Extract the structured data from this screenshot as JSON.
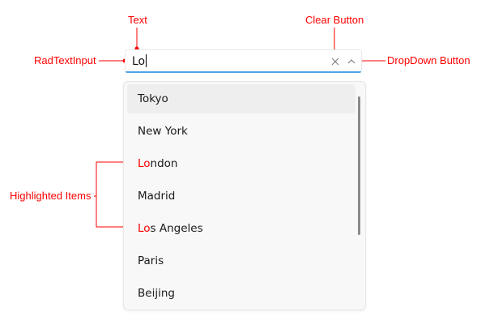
{
  "annotations": {
    "text": "Text",
    "clear_button": "Clear Button",
    "rad_text_input": "RadTextInput",
    "dropdown_button": "DropDown Button",
    "highlighted_items": "Highlighted Items"
  },
  "combo": {
    "value": "Lo"
  },
  "items": [
    {
      "match": "",
      "rest": "Tokyo"
    },
    {
      "match": "",
      "rest": "New York"
    },
    {
      "match": "Lo",
      "rest": "ndon"
    },
    {
      "match": "",
      "rest": "Madrid"
    },
    {
      "match": "Lo",
      "rest": "s Angeles"
    },
    {
      "match": "",
      "rest": "Paris"
    },
    {
      "match": "",
      "rest": "Beijing"
    }
  ],
  "colors": {
    "annotation": "#ff0000",
    "highlight": "#ff0000",
    "focus_underline": "#4fa3e3",
    "hover_row": "#eeeeee"
  },
  "icons": {
    "clear": "close-icon",
    "dropdown": "chevron-up-icon"
  }
}
